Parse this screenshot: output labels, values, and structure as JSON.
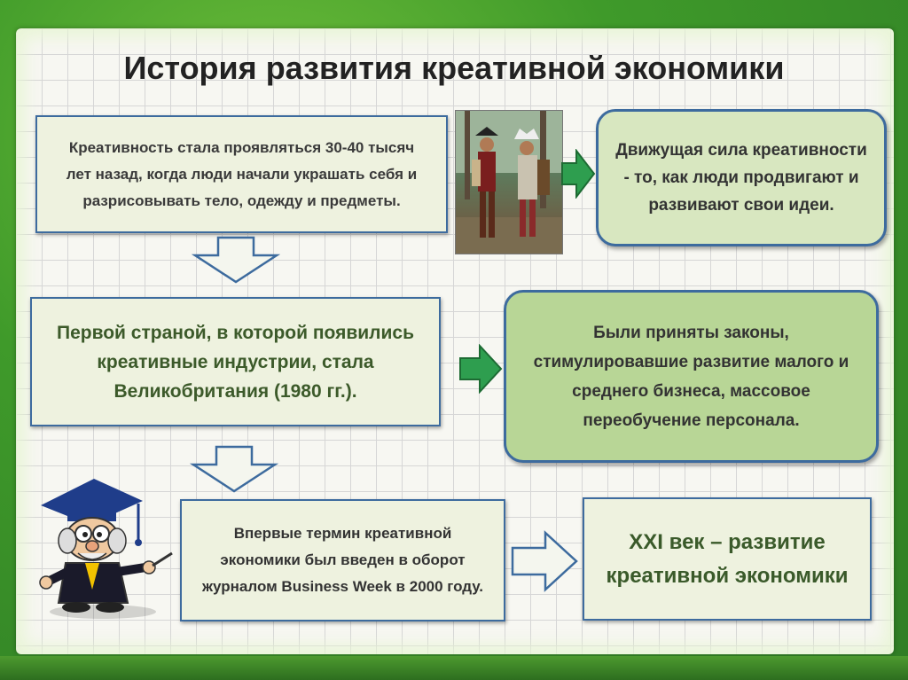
{
  "title": "История развития креативной экономики",
  "boxes": {
    "origin": "Креативность стала проявляться 30-40 тысяч лет назад, когда люди начали украшать себя и разрисовывать тело, одежду и предметы.",
    "driving_force": "Движущая сила креативности - то, как люди продвигают и развивают свои идеи.",
    "first_country": "Первой страной, в которой появились креативные индустрии, стала Великобритания (1980 гг.).",
    "laws": "Были приняты законы, стимулировавшие развитие малого и среднего бизнеса, массовое переобучение персонала.",
    "term": "Впервые термин креативной экономики был введен в оборот журналом Business Week в 2000 году.",
    "xxi": "XXI век – развитие креативной экономики"
  },
  "colors": {
    "border_blue": "#3d6b9e",
    "green_arrow": "#2e9e4f",
    "light_green_box": "#b8d696",
    "pale_green_box": "#d8e7c0"
  },
  "icons": [
    "native-people-photo",
    "professor-cartoon"
  ]
}
